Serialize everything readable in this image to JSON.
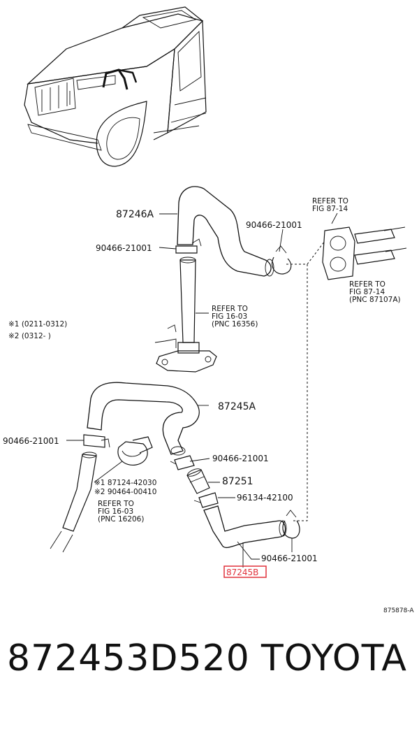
{
  "labels": {
    "p87246A": "87246A",
    "clamp_top": "90466-21001",
    "clamp_right": "90466-21001",
    "refer_87_14_top": [
      "REFER TO",
      "FIG 87-14"
    ],
    "refer_87_14_bottom": [
      "REFER TO",
      "FIG 87-14",
      "(PNC 87107A)"
    ],
    "refer_16_03_top": [
      "REFER TO",
      "FIG 16-03",
      "(PNC 16356)"
    ],
    "note1": "※1 (0211-0312)",
    "note2": "※2 (0312-      )",
    "p87245A": "87245A",
    "clamp_left": "90466-21001",
    "clamp_mid": "90466-21001",
    "p87251": "87251",
    "p87124": "※1 87124-42030",
    "p90464": "※2 90464-00410",
    "p96134": "96134-42100",
    "refer_16_03_bottom": [
      "REFER TO",
      "FIG 16-03",
      "(PNC 16206)"
    ],
    "clamp_bottom": "90466-21001",
    "p87245B": "87245B",
    "fig_code": "875878-A"
  },
  "footer": {
    "part_number": "872453D520",
    "brand": "TOYOTA"
  },
  "colors": {
    "highlight": "#e0303a",
    "ink": "#111111"
  }
}
